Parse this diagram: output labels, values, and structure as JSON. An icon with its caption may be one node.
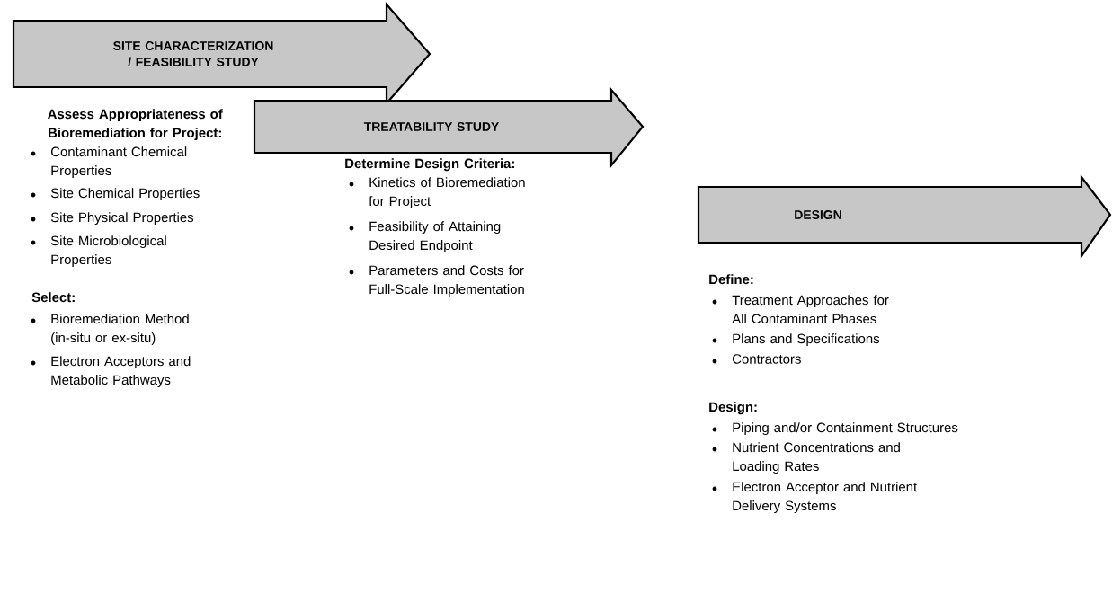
{
  "diagram": {
    "nodes": [
      {
        "text": [
          "SITE CHARACTERIZATION / FEASIBILITY STUDY"
        ]
      },
      {
        "text": [
          "TREATABILITY STUDY"
        ]
      },
      {
        "text": [
          "DESIGN"
        ]
      }
    ],
    "labels": [
      "Assess Appropriateness of Bioremediation for Project:",
      "Contaminant Chemical Properties",
      "Site Chemical Properties",
      "Site Physical Properties",
      "Site Microbiological Properties",
      "Select:",
      "Bioremediation Method (in-situ or ex-situ)",
      "Electron Acceptors and Metabolic Pathways",
      "Determine Design Criteria:",
      "Kinetics of Bioremediation for Project",
      "Feasibility of Attaining Desired Endpoint",
      "Parameters and Costs for Full-Scale Implementation",
      "Define:",
      "Treatment Approaches for All Contaminant Phases",
      "Plans and Specifications",
      "Contractors",
      "Design:",
      "Piping and/or Containment Structures",
      "Nutrient Concentrations and Loading Rates",
      "Electron Acceptor and Nutrient Delivery Systems"
    ]
  }
}
